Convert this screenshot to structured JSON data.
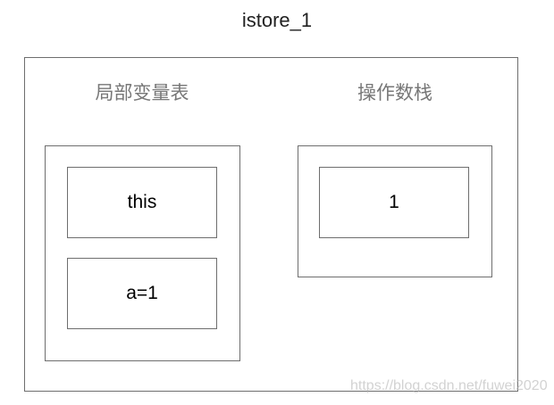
{
  "title": "istore_1",
  "local_vars": {
    "label": "局部变量表",
    "items": [
      "this",
      "a=1"
    ]
  },
  "operand_stack": {
    "label": "操作数栈",
    "items": [
      "1"
    ]
  },
  "watermark": "https://blog.csdn.net/fuwei2020"
}
